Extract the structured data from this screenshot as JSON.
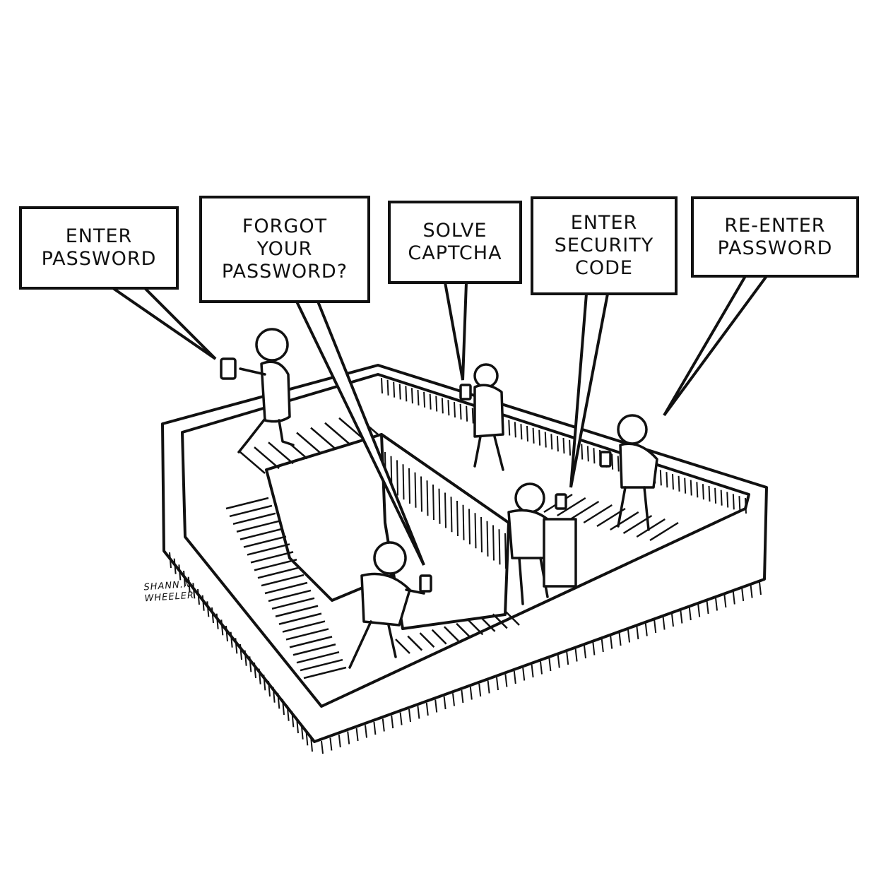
{
  "bubbles": [
    {
      "line1": "ENTER",
      "line2": "PASSWORD"
    },
    {
      "line1": "FORGOT",
      "line2": "YOUR",
      "line3": "PASSWORD?"
    },
    {
      "line1": "SOLVE",
      "line2": "CAPTCHA"
    },
    {
      "line1": "ENTER",
      "line2": "SECURITY",
      "line3": "CODE"
    },
    {
      "line1": "RE-ENTER",
      "line2": "PASSWORD"
    }
  ],
  "signature": {
    "line1": "SHANN.N",
    "line2": "WHEELER"
  },
  "colors": {
    "ink": "#111111",
    "paper": "#ffffff"
  },
  "icons": [
    "smartphone-icon",
    "person-figure-icon",
    "staircase-icon"
  ]
}
